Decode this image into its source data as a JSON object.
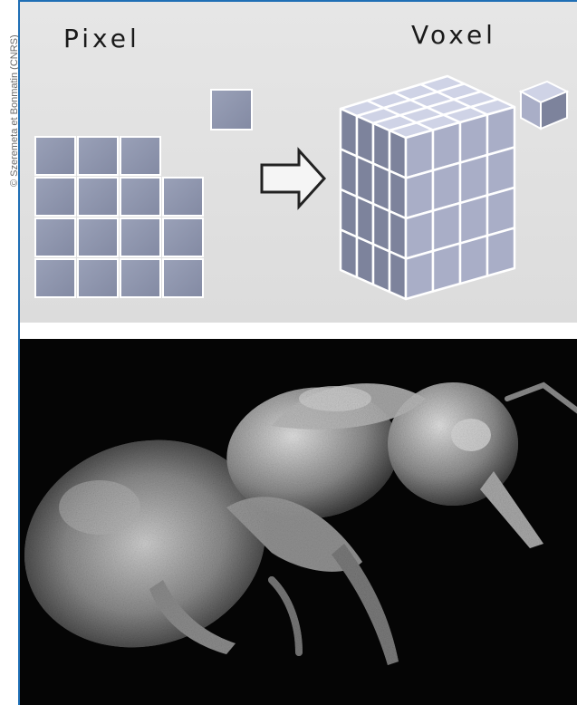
{
  "credit": "© Szeremeta et Bonmatin (CNRS)",
  "labels": {
    "pixel": "Pixel",
    "voxel": "Voxel"
  },
  "colors": {
    "accent_rule": "#1f6fb5",
    "panel_bg": "#e0e0e0",
    "tile": "#8f96ad",
    "cube_top": "#cfd3e6",
    "cube_front": "#a9aec7",
    "cube_side": "#7d839c",
    "scan_bg": "#050505"
  },
  "pixel_grid": {
    "rows": [
      3,
      4,
      4,
      4
    ]
  },
  "voxel_cube": {
    "size": 4
  },
  "icons": [
    "arrow-right-icon"
  ]
}
